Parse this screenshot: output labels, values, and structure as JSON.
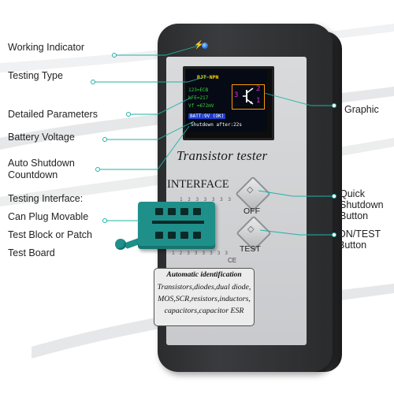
{
  "callouts": {
    "working_indicator": "Working Indicator",
    "testing_type": "Testing Type",
    "detailed_parameters": "Detailed Parameters",
    "battery_voltage": "Battery Voltage",
    "auto_shutdown_line1": "Auto Shutdown",
    "auto_shutdown_line2": "Countdown",
    "testing_interface_line1": "Testing Interface:",
    "testing_interface_line2": "Can Plug Movable",
    "testing_interface_line3": "Test Block or Patch",
    "testing_interface_line4": "Test Board",
    "graphic": "Graphic",
    "quick_shutdown_line1": "Quick",
    "quick_shutdown_line2": "Shutdown",
    "quick_shutdown_line3": "Button",
    "on_test_line1": "ON/TEST",
    "on_test_line2": "Button"
  },
  "device": {
    "screen": {
      "type": "BJT-NPN",
      "param1": "123=ECB",
      "param2": "hFE=217",
      "param3": "Vf =672mV",
      "battery": "BATT:9V (OK)",
      "shutdown": "Shutdown after:22s",
      "pin_left": "3",
      "pin_right_top": "2",
      "pin_right_bottom": "1"
    },
    "title": "Transistor tester",
    "interface_label": "INTERFACE",
    "pin_numbers_top": "1 2 3 3 3 3 3",
    "pin_numbers_bottom": "1 2 3 3 3 3 3 3",
    "ce_mark": "CE",
    "off_label": "OFF",
    "test_label": "TEST",
    "panel": {
      "title": "Automatic identification",
      "line1": "Transistors,diodes,dual diode,",
      "line2": "MOS,SCR,resistors,inductors,",
      "line3": "capacitors,capacitor ESR"
    }
  },
  "colors": {
    "accent_teal": "#1f8f8a",
    "screen_yellow": "#ffd400",
    "screen_green": "#38d436",
    "screen_orange": "#ff9a00",
    "screen_magenta": "#e030d0",
    "device_body": "#2b2c2e",
    "callout_line": "#1fb3a5"
  }
}
